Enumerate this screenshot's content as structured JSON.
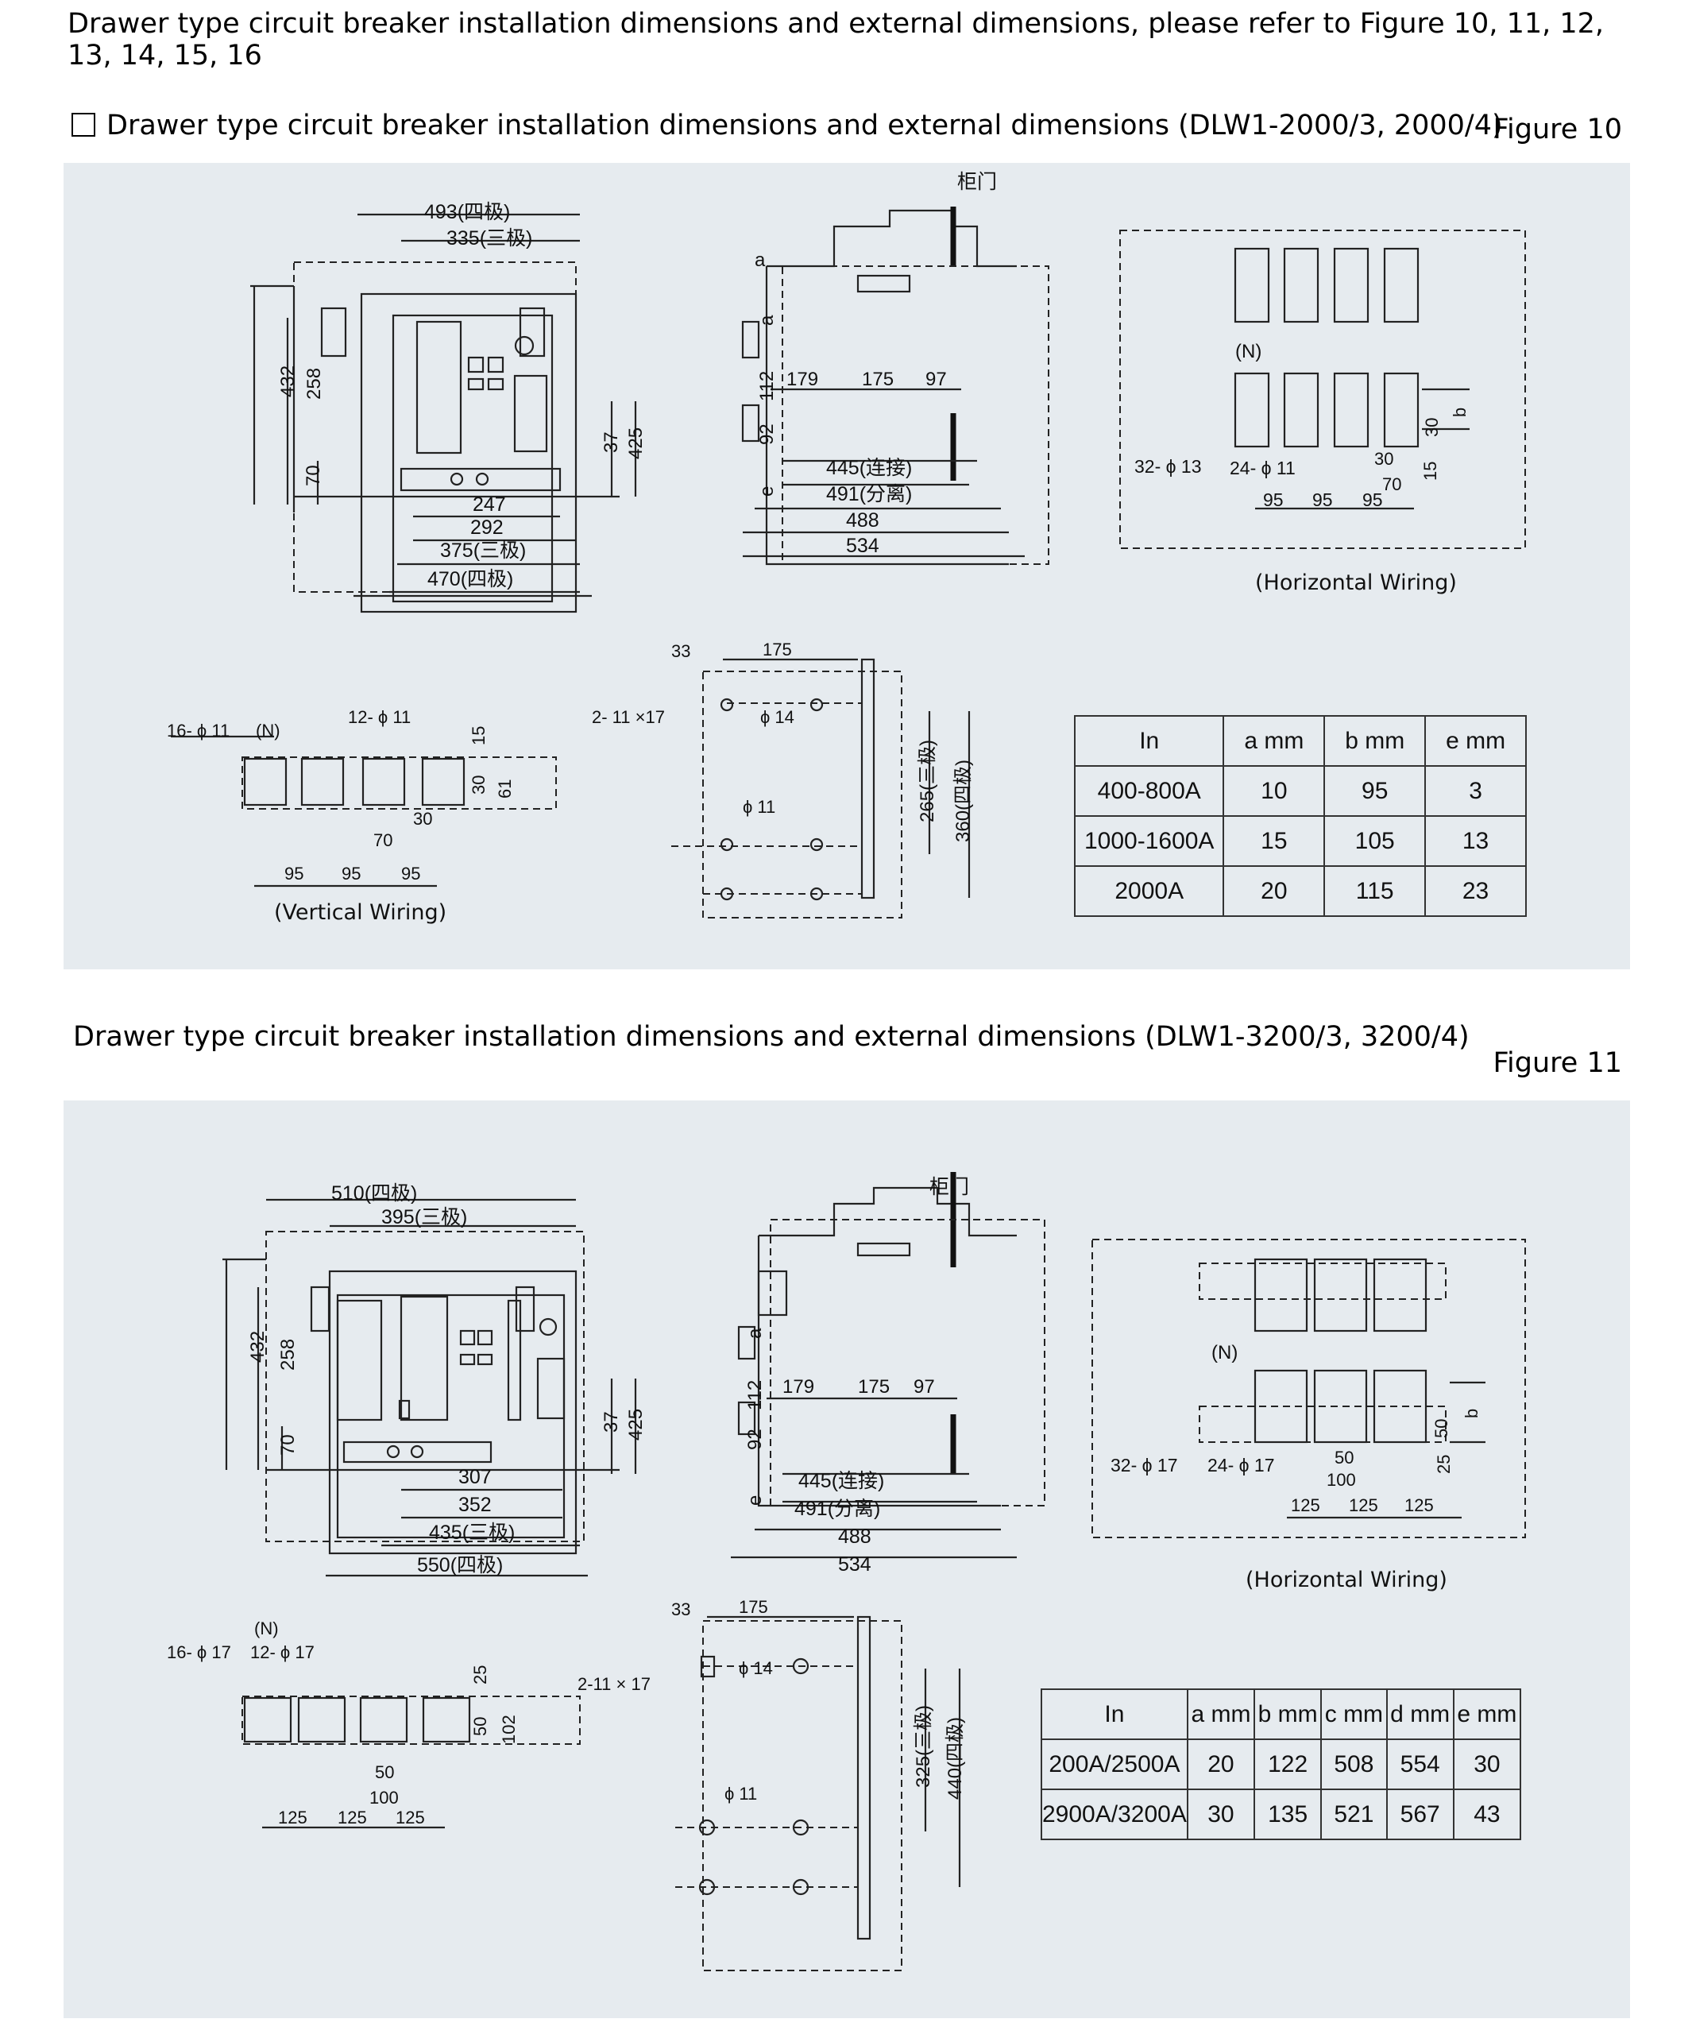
{
  "intro_text": "Drawer type circuit breaker installation dimensions and external dimensions, please refer to Figure 10, 11, 12, 13, 14, 15, 16",
  "section1": {
    "title": "Drawer type circuit breaker installation dimensions and external dimensions (DLW1-2000/3, 2000/4)",
    "figure_label": "Figure 10",
    "caption_horizontal": "(Horizontal Wiring)",
    "caption_vertical": "(Vertical Wiring)",
    "door_label": "柜门",
    "table": {
      "headers": [
        "In",
        "a mm",
        "b mm",
        "e mm"
      ],
      "rows": [
        [
          "400-800A",
          "10",
          "95",
          "3"
        ],
        [
          "1000-1600A",
          "15",
          "105",
          "13"
        ],
        [
          "2000A",
          "20",
          "115",
          "23"
        ]
      ]
    }
  },
  "section2": {
    "title": "Drawer type circuit breaker installation dimensions and external dimensions (DLW1-3200/3, 3200/4)",
    "figure_label": "Figure 11",
    "caption_horizontal": "(Horizontal Wiring)",
    "door_label": "柜门",
    "table": {
      "headers": [
        "In",
        "a mm",
        "b mm",
        "c mm",
        "d mm",
        "e mm"
      ],
      "rows": [
        [
          "200A/2500A",
          "20",
          "122",
          "508",
          "554",
          "30"
        ],
        [
          "2900A/3200A",
          "30",
          "135",
          "521",
          "567",
          "43"
        ]
      ]
    }
  }
}
